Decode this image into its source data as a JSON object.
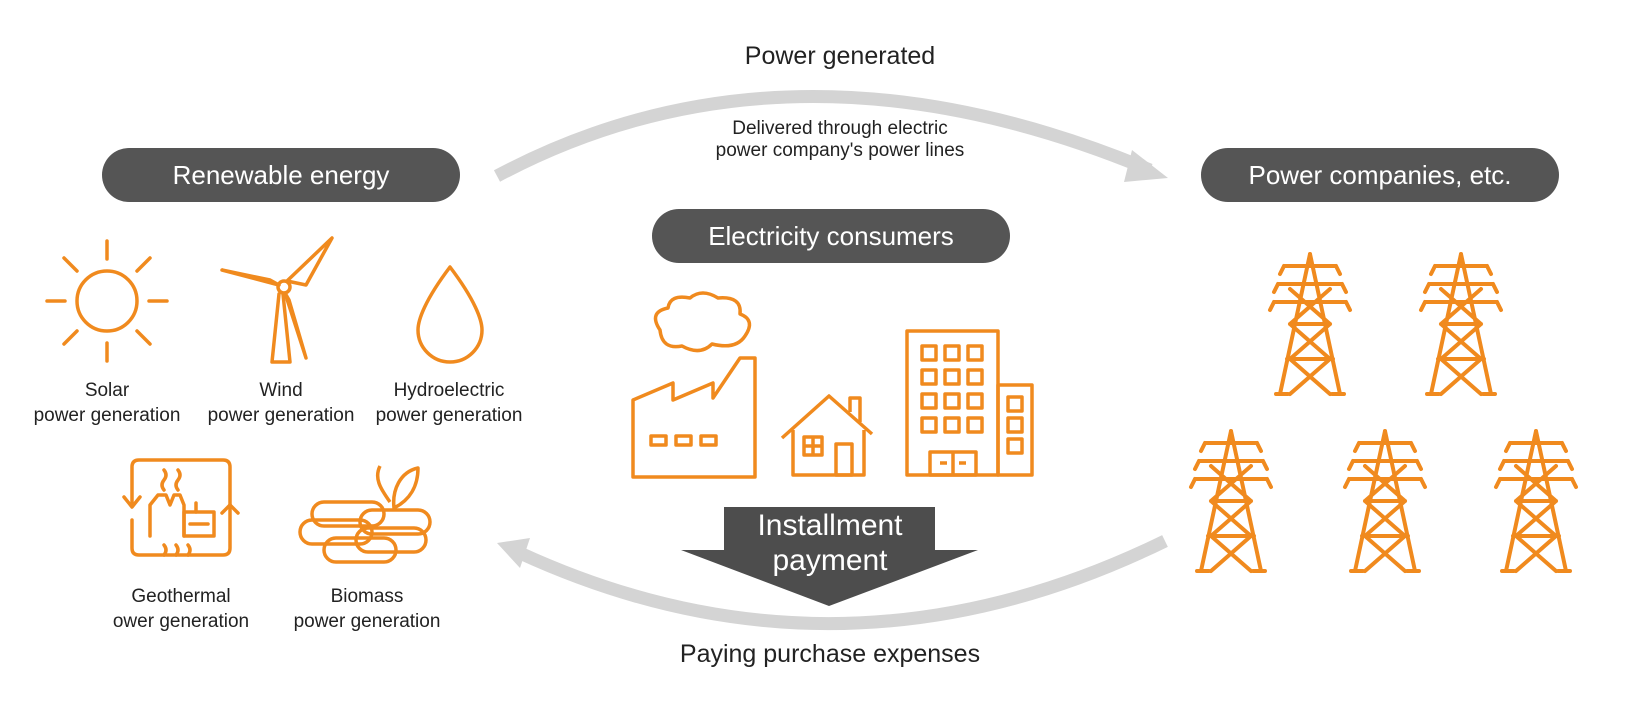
{
  "colors": {
    "accent": "#f08a1e",
    "pill": "#555555",
    "arrow": "#d4d4d4",
    "payment_arrow": "#4d4d4d"
  },
  "top_flow": {
    "title": "Power generated",
    "note_line1": "Delivered through electric",
    "note_line2": "power company's power lines"
  },
  "bottom_flow": {
    "title": "Paying purchase expenses"
  },
  "renewable": {
    "label": "Renewable energy",
    "sources": [
      {
        "icon": "sun-icon",
        "line1": "Solar",
        "line2": "power generation"
      },
      {
        "icon": "wind-turbine-icon",
        "line1": "Wind",
        "line2": "power generation"
      },
      {
        "icon": "water-drop-icon",
        "line1": "Hydroelectric",
        "line2": "power generation"
      },
      {
        "icon": "geothermal-icon",
        "line1": "Geothermal",
        "line2": "ower generation"
      },
      {
        "icon": "biomass-icon",
        "line1": "Biomass",
        "line2": "power generation"
      }
    ]
  },
  "consumers": {
    "label": "Electricity consumers",
    "icons": [
      "factory-icon",
      "house-icon",
      "office-building-icon"
    ]
  },
  "payment": {
    "line1": "Installment",
    "line2": "payment"
  },
  "power_companies": {
    "label": "Power companies, etc.",
    "tower_icon": "transmission-tower-icon",
    "tower_count": 5
  }
}
